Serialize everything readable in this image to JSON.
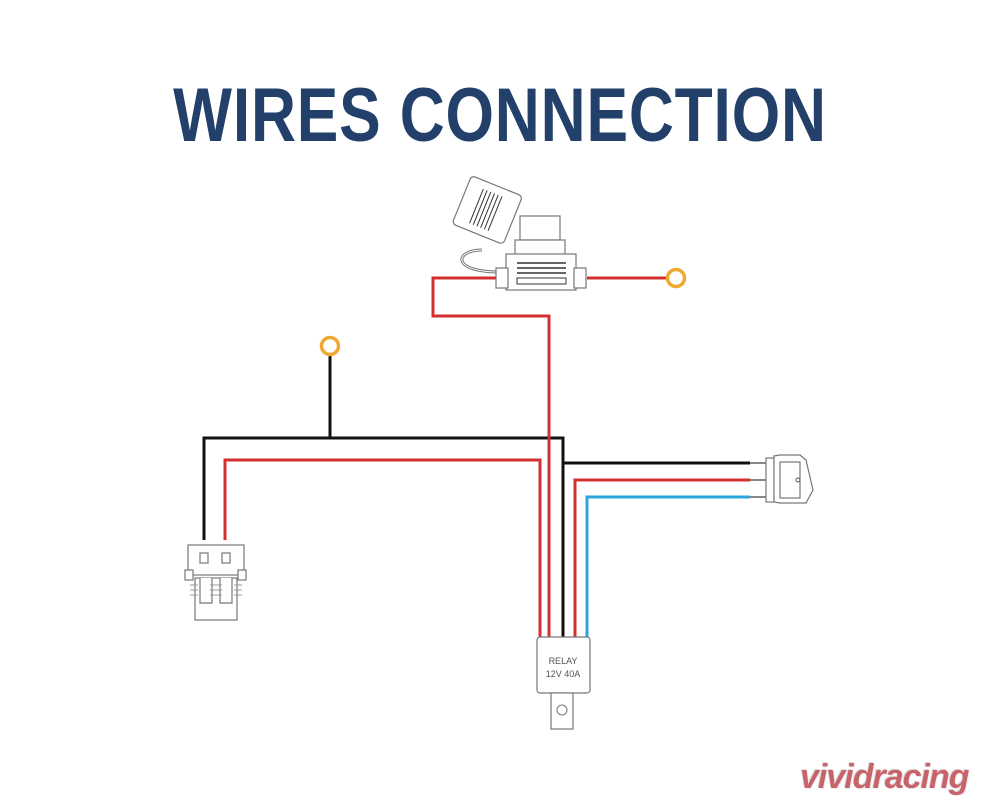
{
  "title": "WIRES CONNECTION",
  "relay": {
    "line1": "RELAY",
    "line2": "12V 40A"
  },
  "logo": "vividracing",
  "colors": {
    "title": "#22406a",
    "red_wire": "#d32f2f",
    "black_wire": "#111111",
    "blue_wire": "#2aa6dd",
    "terminal_ring": "#f0a830"
  }
}
